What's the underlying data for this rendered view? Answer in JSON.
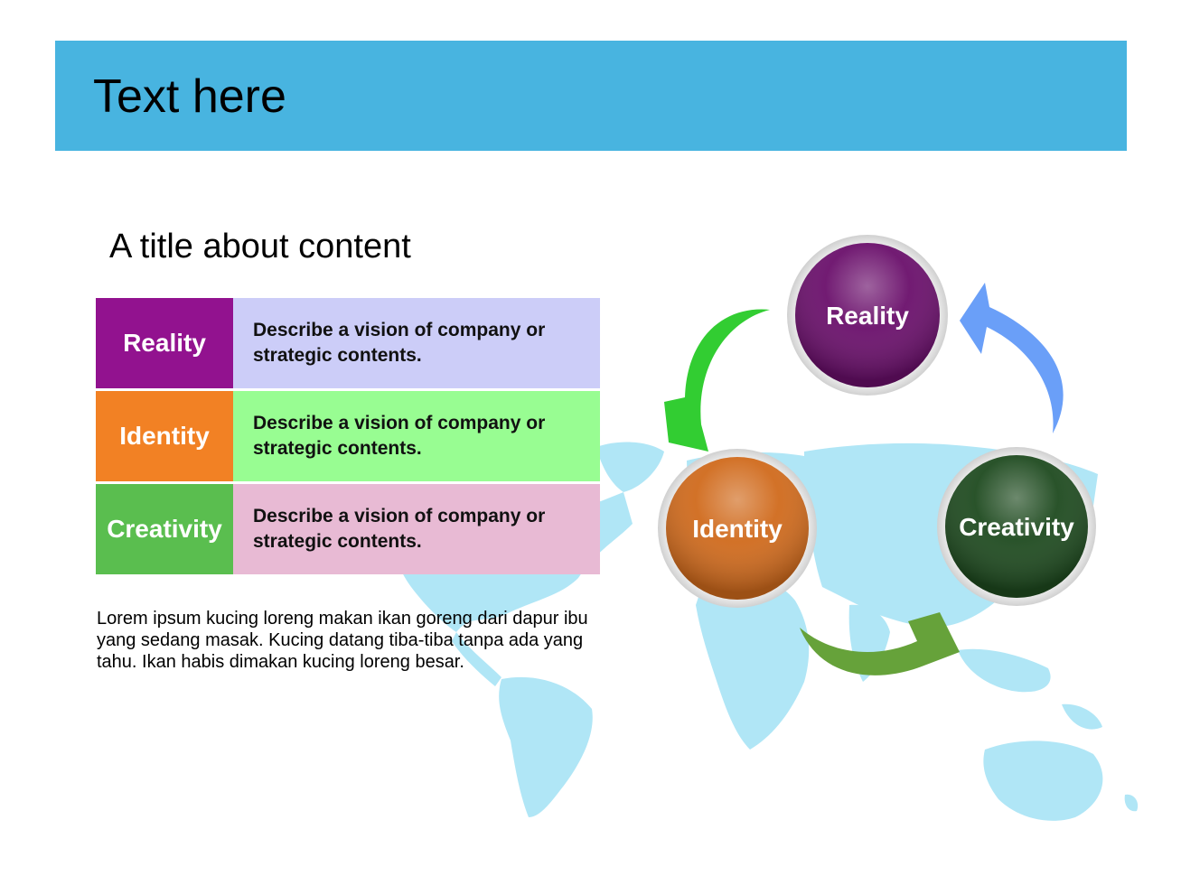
{
  "header": {
    "title": "Text here",
    "color": "#48b4e0"
  },
  "content": {
    "title": "A title about content",
    "rows": [
      {
        "label": "Reality",
        "label_color": "#92128f",
        "description": "Describe a vision of company or strategic contents.",
        "desc_color": "#cccdf8"
      },
      {
        "label": "Identity",
        "label_color": "#f28124",
        "description": "Describe a vision of company or strategic contents.",
        "desc_color": "#98fd92"
      },
      {
        "label": "Creativity",
        "label_color": "#5abe4f",
        "description": "Describe a vision of company or strategic contents.",
        "desc_color": "#e8bad4"
      }
    ],
    "body": "Lorem ipsum kucing loreng makan ikan goreng dari dapur ibu yang sedang masak. Kucing datang tiba-tiba tanpa ada yang tahu. Ikan habis dimakan kucing loreng besar."
  },
  "cycle": {
    "nodes": [
      {
        "label": "Reality",
        "color": "#6a0f6b"
      },
      {
        "label": "Identity",
        "color": "#d06a1c"
      },
      {
        "label": "Creativity",
        "color": "#1e4a1f"
      }
    ],
    "arrow_colors": {
      "reality_to_creativity": "#6a9ff8",
      "creativity_to_identity": "#66a23a",
      "identity_to_reality": "#32cd32"
    }
  },
  "map": {
    "color": "#b0e6f6"
  }
}
